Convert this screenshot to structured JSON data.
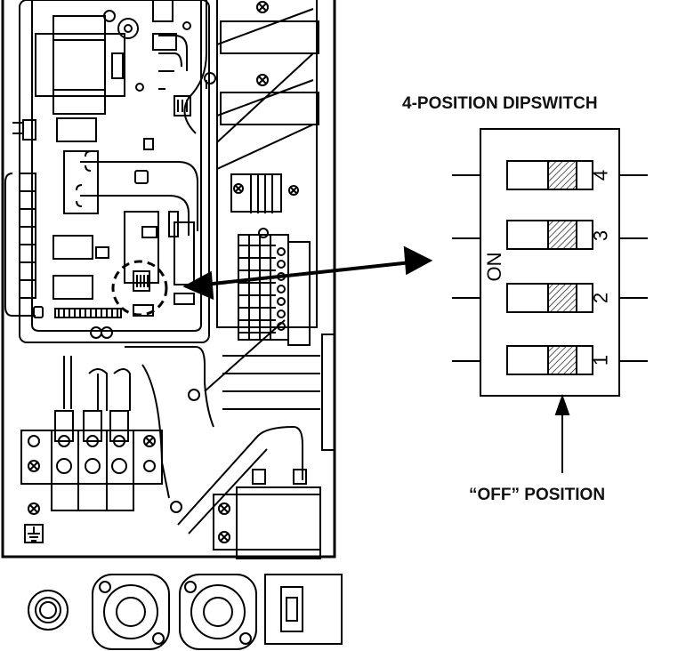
{
  "diagram": {
    "title": "4-POSITION DIPSWITCH",
    "on_label": "ON",
    "pointer_label": "“OFF” POSITION",
    "switches": [
      {
        "number": "4",
        "state": "off"
      },
      {
        "number": "3",
        "state": "off"
      },
      {
        "number": "2",
        "state": "off"
      },
      {
        "number": "1",
        "state": "off"
      }
    ]
  },
  "icons": {
    "ground": "ground-symbol-icon",
    "screw": "terminal-screw-icon"
  }
}
